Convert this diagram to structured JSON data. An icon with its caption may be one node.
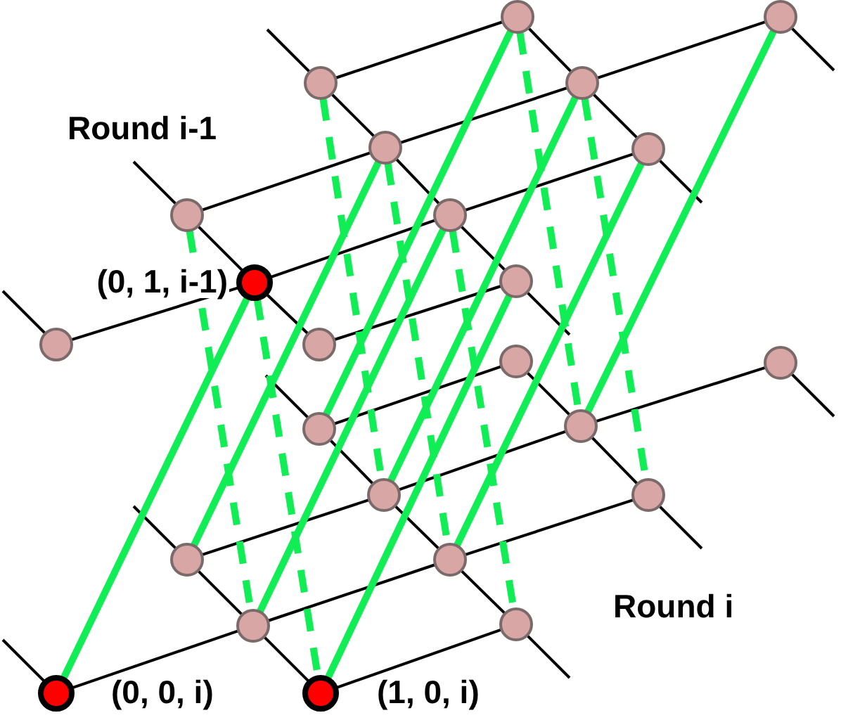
{
  "diagram": {
    "nodes": [
      {
        "text": [],
        "shape": "circle"
      },
      {
        "text": [],
        "shape": "circle"
      },
      {
        "text": [],
        "shape": "circle"
      },
      {
        "text": [],
        "shape": "circle"
      },
      {
        "text": [],
        "shape": "circle"
      },
      {
        "text": [],
        "shape": "circle"
      },
      {
        "text": [],
        "shape": "circle"
      },
      {
        "text": [],
        "shape": "circle"
      },
      {
        "text": [],
        "shape": "circle",
        "beside": [
          "(0, 1, i-1)"
        ]
      },
      {
        "text": [],
        "shape": "circle"
      },
      {
        "text": [],
        "shape": "circle"
      },
      {
        "text": [],
        "shape": "circle"
      },
      {
        "text": [],
        "shape": "circle"
      },
      {
        "text": [],
        "shape": "circle"
      },
      {
        "text": [],
        "shape": "circle"
      },
      {
        "text": [],
        "shape": "circle"
      },
      {
        "text": [],
        "shape": "circle"
      },
      {
        "text": [],
        "shape": "circle"
      },
      {
        "text": [],
        "shape": "circle"
      },
      {
        "text": [],
        "shape": "circle"
      },
      {
        "text": [],
        "shape": "circle"
      },
      {
        "text": [],
        "shape": "circle"
      },
      {
        "text": [],
        "shape": "circle",
        "beside": [
          "(0, 0, i)"
        ]
      },
      {
        "text": [],
        "shape": "circle",
        "beside": [
          "(1, 0, i)"
        ]
      }
    ],
    "edges": [
      {
        "from": 2,
        "to": 0,
        "arrow": "none"
      },
      {
        "from": 6,
        "to": 4,
        "arrow": "none"
      },
      {
        "from": 4,
        "to": 3,
        "arrow": "none"
      },
      {
        "from": 3,
        "to": 1,
        "arrow": "none"
      },
      {
        "from": 10,
        "to": 8,
        "arrow": "none"
      },
      {
        "from": 8,
        "to": 7,
        "arrow": "none"
      },
      {
        "from": 7,
        "to": 5,
        "arrow": "none"
      },
      {
        "from": 11,
        "to": 9,
        "arrow": "none"
      },
      {
        "from": null,
        "to": 2,
        "arrow": "none"
      },
      {
        "from": 2,
        "to": 4,
        "arrow": "none"
      },
      {
        "from": 4,
        "to": 7,
        "arrow": "none"
      },
      {
        "from": 7,
        "to": 9,
        "arrow": "none"
      },
      {
        "from": 9,
        "to": null,
        "arrow": "none"
      },
      {
        "from": null,
        "to": 6,
        "arrow": "none"
      },
      {
        "from": 6,
        "to": 8,
        "arrow": "none"
      },
      {
        "from": 8,
        "to": 11,
        "arrow": "none"
      },
      {
        "from": null,
        "to": 10,
        "arrow": "none"
      },
      {
        "from": 0,
        "to": 3,
        "arrow": "none"
      },
      {
        "from": 3,
        "to": 5,
        "arrow": "none"
      },
      {
        "from": 5,
        "to": null,
        "arrow": "none"
      },
      {
        "from": 1,
        "to": null,
        "arrow": "none"
      },
      {
        "from": 14,
        "to": 12,
        "arrow": "none"
      },
      {
        "from": 18,
        "to": 16,
        "arrow": "none"
      },
      {
        "from": 16,
        "to": 15,
        "arrow": "none"
      },
      {
        "from": 15,
        "to": 13,
        "arrow": "none"
      },
      {
        "from": 22,
        "to": 20,
        "arrow": "none"
      },
      {
        "from": 20,
        "to": 19,
        "arrow": "none"
      },
      {
        "from": 19,
        "to": 17,
        "arrow": "none"
      },
      {
        "from": 23,
        "to": 21,
        "arrow": "none"
      },
      {
        "from": null,
        "to": 14,
        "arrow": "none"
      },
      {
        "from": 14,
        "to": 16,
        "arrow": "none"
      },
      {
        "from": 16,
        "to": 19,
        "arrow": "none"
      },
      {
        "from": 19,
        "to": 21,
        "arrow": "none"
      },
      {
        "from": 21,
        "to": null,
        "arrow": "none"
      },
      {
        "from": null,
        "to": 18,
        "arrow": "none"
      },
      {
        "from": 18,
        "to": 20,
        "arrow": "none"
      },
      {
        "from": 20,
        "to": 23,
        "arrow": "none"
      },
      {
        "from": null,
        "to": 22,
        "arrow": "none"
      },
      {
        "from": 12,
        "to": 15,
        "arrow": "none"
      },
      {
        "from": 15,
        "to": 17,
        "arrow": "none"
      },
      {
        "from": 17,
        "to": null,
        "arrow": "none"
      },
      {
        "from": 13,
        "to": null,
        "arrow": "none"
      },
      {
        "from": 22,
        "to": 8,
        "arrow": "none",
        "style": "thick",
        "color": "#11ee55"
      },
      {
        "from": 18,
        "to": 4,
        "arrow": "none",
        "style": "thick",
        "color": "#11ee55"
      },
      {
        "from": 20,
        "to": 7,
        "arrow": "none",
        "style": "thick",
        "color": "#11ee55"
      },
      {
        "from": 23,
        "to": 9,
        "arrow": "none",
        "style": "thick",
        "color": "#11ee55"
      },
      {
        "from": 14,
        "to": 0,
        "arrow": "none",
        "style": "thick",
        "color": "#11ee55"
      },
      {
        "from": 16,
        "to": 3,
        "arrow": "none",
        "style": "thick",
        "color": "#11ee55"
      },
      {
        "from": 19,
        "to": 5,
        "arrow": "none",
        "style": "thick",
        "color": "#11ee55"
      },
      {
        "from": 15,
        "to": 1,
        "arrow": "none",
        "style": "thick",
        "color": "#11ee55"
      },
      {
        "from": 6,
        "to": 20,
        "arrow": "none",
        "style": "dashed",
        "color": "#11ee55"
      },
      {
        "from": 8,
        "to": 23,
        "arrow": "none",
        "style": "dashed",
        "color": "#11ee55"
      },
      {
        "from": 2,
        "to": 16,
        "arrow": "none",
        "style": "dashed",
        "color": "#11ee55"
      },
      {
        "from": 4,
        "to": 19,
        "arrow": "none",
        "style": "dashed",
        "color": "#11ee55"
      },
      {
        "from": 7,
        "to": 21,
        "arrow": "none",
        "style": "dashed",
        "color": "#11ee55"
      },
      {
        "from": 0,
        "to": 15,
        "arrow": "none",
        "style": "dashed",
        "color": "#11ee55"
      },
      {
        "from": 3,
        "to": 17,
        "arrow": "none",
        "style": "dashed",
        "color": "#11ee55"
      }
    ],
    "labels": [
      "Round i-1",
      "Round i"
    ]
  }
}
